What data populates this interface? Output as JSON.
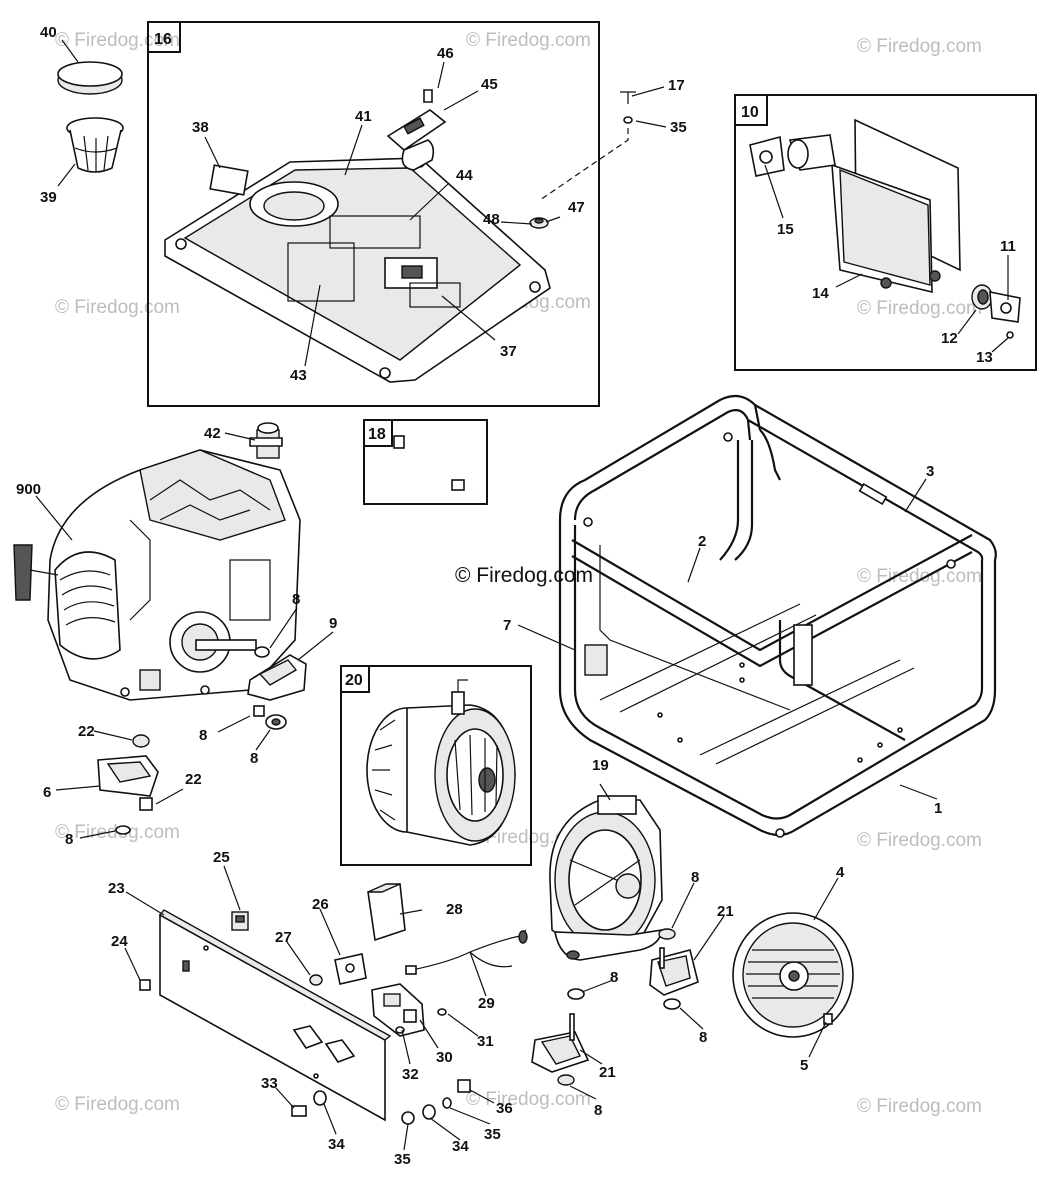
{
  "watermark": {
    "center": "© Firedog.com",
    "faint": "© Firedog.com"
  },
  "insets": [
    {
      "id": "16",
      "label": "16"
    },
    {
      "id": "10",
      "label": "10"
    },
    {
      "id": "18",
      "label": "18"
    },
    {
      "id": "20",
      "label": "20"
    }
  ],
  "callouts": [
    {
      "label": "40"
    },
    {
      "label": "39"
    },
    {
      "label": "38"
    },
    {
      "label": "41"
    },
    {
      "label": "46"
    },
    {
      "label": "45"
    },
    {
      "label": "44"
    },
    {
      "label": "48"
    },
    {
      "label": "47"
    },
    {
      "label": "43"
    },
    {
      "label": "37"
    },
    {
      "label": "17"
    },
    {
      "label": "35"
    },
    {
      "label": "15"
    },
    {
      "label": "14"
    },
    {
      "label": "11"
    },
    {
      "label": "12"
    },
    {
      "label": "13"
    },
    {
      "label": "42"
    },
    {
      "label": "900"
    },
    {
      "label": "3"
    },
    {
      "label": "2"
    },
    {
      "label": "7"
    },
    {
      "label": "8"
    },
    {
      "label": "9"
    },
    {
      "label": "22"
    },
    {
      "label": "8"
    },
    {
      "label": "8"
    },
    {
      "label": "6"
    },
    {
      "label": "22"
    },
    {
      "label": "8"
    },
    {
      "label": "19"
    },
    {
      "label": "1"
    },
    {
      "label": "25"
    },
    {
      "label": "23"
    },
    {
      "label": "26"
    },
    {
      "label": "28"
    },
    {
      "label": "24"
    },
    {
      "label": "27"
    },
    {
      "label": "29"
    },
    {
      "label": "8"
    },
    {
      "label": "21"
    },
    {
      "label": "4"
    },
    {
      "label": "8"
    },
    {
      "label": "8"
    },
    {
      "label": "31"
    },
    {
      "label": "30"
    },
    {
      "label": "32"
    },
    {
      "label": "21"
    },
    {
      "label": "5"
    },
    {
      "label": "33"
    },
    {
      "label": "34"
    },
    {
      "label": "36"
    },
    {
      "label": "35"
    },
    {
      "label": "8"
    },
    {
      "label": "34"
    },
    {
      "label": "35"
    }
  ]
}
